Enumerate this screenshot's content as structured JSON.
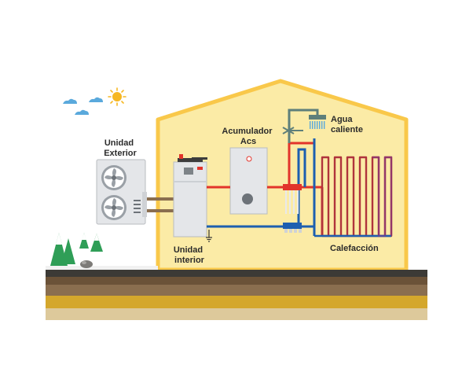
{
  "labels": {
    "unidad_exterior": [
      "Unidad",
      "Exterior"
    ],
    "unidad_interior": [
      "Unidad",
      "interior"
    ],
    "acumulador": [
      "Acumulador",
      "Acs"
    ],
    "agua_caliente": [
      "Agua",
      "caliente"
    ],
    "calefaccion": "Calefacción"
  },
  "colors": {
    "house_fill": "#fbeba6",
    "house_outline": "#f9c84a",
    "pipe_hot": "#e2342b",
    "pipe_cold": "#1d5fb0",
    "pipe_grey": "#5e7f7a",
    "refrigerant_pipe": "#8a6e4f",
    "sun": "#f6b722",
    "cloud": "#5aa9dc",
    "tree": "#2f9e57",
    "unit_body": "#e4e6e9",
    "radiator_purple": "#7b3a8e"
  },
  "ground_layers": [
    "#3c3a36",
    "#8a6e4f",
    "#b89a6a",
    "#d4a72c",
    "#ddc99b"
  ]
}
